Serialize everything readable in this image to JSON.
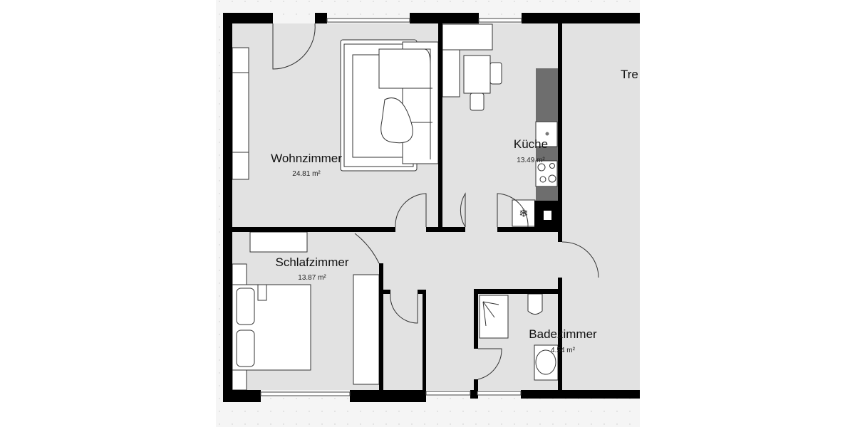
{
  "plan": {
    "rooms": [
      {
        "name": "Wohnzimmer",
        "area": "24.81 m²"
      },
      {
        "name": "Küche",
        "area": "13.49 m²"
      },
      {
        "name": "Schlafzimmer",
        "area": "13.87 m²"
      },
      {
        "name": "Badezimmer",
        "area": "4.54 m²"
      },
      {
        "name": "Tre"
      }
    ],
    "colors": {
      "wall": "#000000",
      "floor": "#e2e2e2",
      "canvas": "#f5f5f5",
      "counter": "#6e6e6e"
    }
  }
}
